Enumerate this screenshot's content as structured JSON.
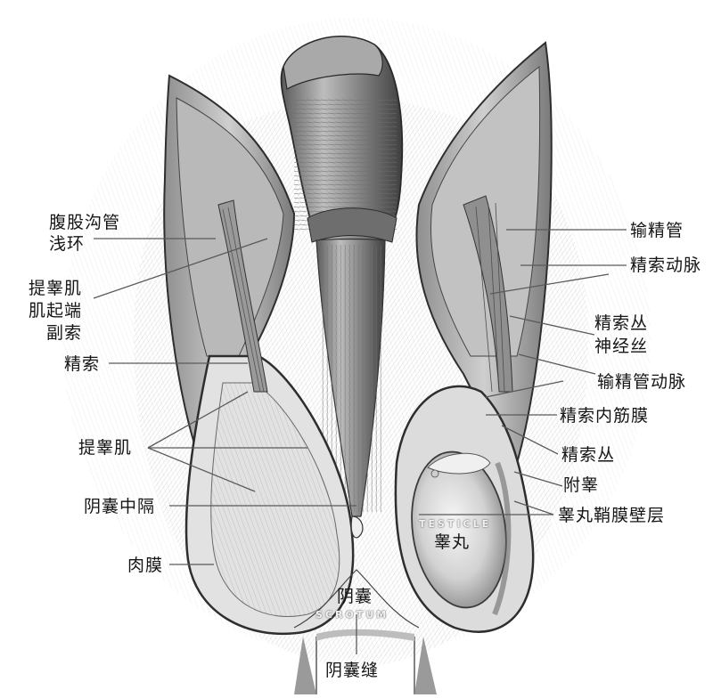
{
  "figure": {
    "type": "anatomical-illustration",
    "subject": "scrotum and spermatic cord (dissected view)",
    "language": "zh-CN"
  },
  "labels": {
    "left": [
      {
        "id": "superficial-inguinal-ring",
        "lines": [
          "腹股沟管",
          "浅环"
        ]
      },
      {
        "id": "cremaster-origin",
        "lines": [
          "提睾肌",
          "肌起端",
          "副索"
        ]
      },
      {
        "id": "spermatic-cord-left",
        "lines": [
          "精索"
        ]
      },
      {
        "id": "cremaster-muscle",
        "lines": [
          "提睾肌"
        ]
      },
      {
        "id": "scrotal-septum",
        "lines": [
          "阴囊中隔"
        ]
      },
      {
        "id": "dartos",
        "lines": [
          "肉膜"
        ]
      }
    ],
    "right": [
      {
        "id": "vas-deferens",
        "lines": [
          "输精管"
        ]
      },
      {
        "id": "testicular-artery",
        "lines": [
          "精索动脉"
        ]
      },
      {
        "id": "spermatic-plexus-nerves",
        "lines": [
          "精索丛",
          "神经丝"
        ]
      },
      {
        "id": "artery-of-vas",
        "lines": [
          "输精管动脉"
        ]
      },
      {
        "id": "internal-spermatic-fascia",
        "lines": [
          "精索内筋膜"
        ]
      },
      {
        "id": "pampiniform-plexus",
        "lines": [
          "精索丛"
        ]
      },
      {
        "id": "epididymis",
        "lines": [
          "附睾"
        ]
      },
      {
        "id": "tunica-vaginalis-parietal",
        "lines": [
          "睾丸鞘膜壁层"
        ]
      }
    ],
    "center": [
      {
        "id": "testicle",
        "zh": "睾丸",
        "en": "TESTICLE"
      },
      {
        "id": "scrotum",
        "zh": "阴囊",
        "en": "SCROTUM"
      },
      {
        "id": "raphe",
        "lines": [
          "阴囊缝"
        ]
      }
    ]
  },
  "colors": {
    "background": "#ffffff",
    "ink": "#151515",
    "leader_line": "#5a5a5a",
    "shade_dark": "#3c3c3c",
    "shade_mid": "#8a8a8a",
    "shade_light": "#d6d6d6"
  }
}
